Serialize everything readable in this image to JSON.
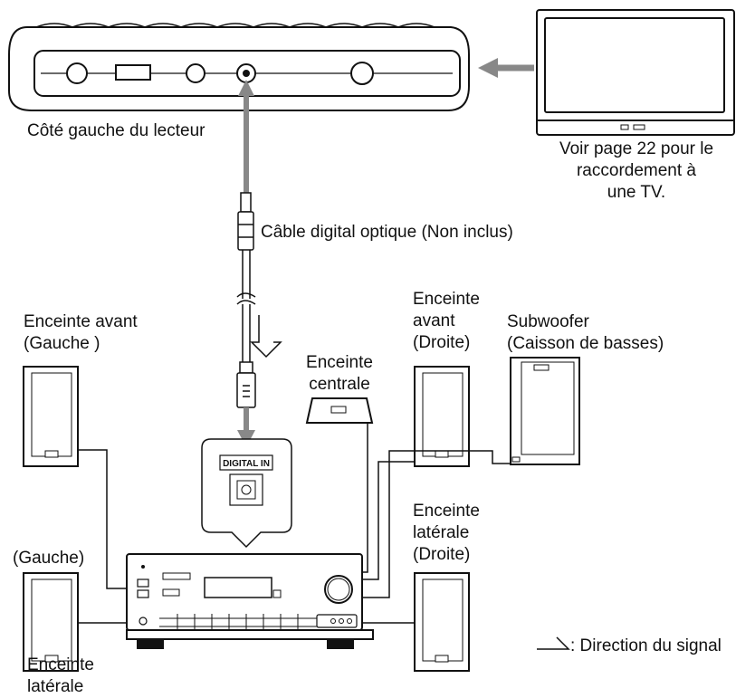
{
  "labels": {
    "player_side": "Côté gauche du lecteur",
    "tv_note_1": "Voir page 22 pour le",
    "tv_note_2": "raccordement à",
    "tv_note_3": "une TV.",
    "optical_cable": "Câble digital optique (Non inclus)",
    "front_left_1": "Enceinte avant",
    "front_left_2": "(Gauche )",
    "front_right_1": "Enceinte",
    "front_right_2": "avant",
    "front_right_3": "(Droite)",
    "subwoofer_1": "Subwoofer",
    "subwoofer_2": "(Caisson de basses)",
    "center_1": "Enceinte",
    "center_2": "centrale",
    "digital_in": "DIGITAL IN",
    "surround_right_1": "Enceinte",
    "surround_right_2": "latérale",
    "surround_right_3": "(Droite)",
    "surround_left_top": "(Gauche)",
    "surround_left_1": "Enceinte",
    "surround_left_2": "latérale",
    "legend": ": Direction du signal"
  },
  "colors": {
    "line": "#111111",
    "signal": "#888888",
    "background": "#ffffff"
  }
}
